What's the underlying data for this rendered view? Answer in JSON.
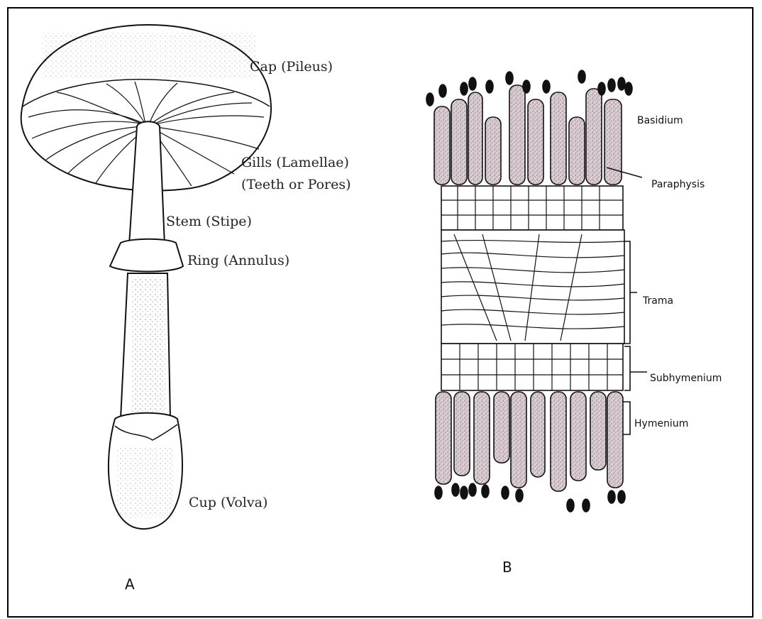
{
  "panel_a": {
    "letter": "A",
    "labels": {
      "cap": "Cap (Pileus)",
      "gills": "Gills (Lamellae)",
      "gills_alt": "(Teeth or Pores)",
      "stem": "Stem (Stipe)",
      "ring": "Ring (Annulus)",
      "cup": "Cup (Volva)"
    }
  },
  "panel_b": {
    "letter": "B",
    "labels": {
      "basidium": "Basidium",
      "paraphysis": "Paraphysis",
      "trama": "Trama",
      "subhymenium": "Subhymenium",
      "hymenium": "Hymenium"
    }
  },
  "colors": {
    "ink": "#111111",
    "stipple": "#b9a9b2"
  }
}
